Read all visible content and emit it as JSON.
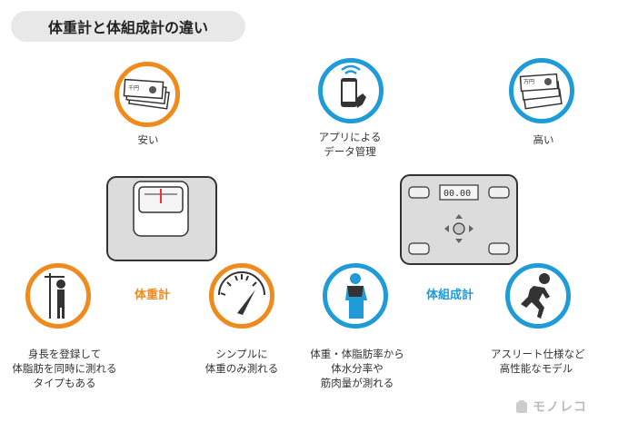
{
  "title": "体重計と体組成計の違い",
  "labels": {
    "scale": "体重計",
    "composition": "体組成計"
  },
  "captions": {
    "cheap": "安い",
    "app": [
      "アプリによる",
      "データ管理"
    ],
    "expensive": "高い",
    "height": [
      "身長を登録して",
      "体脂肪を同時に測れる",
      "タイプもある"
    ],
    "simple": [
      "シンプルに",
      "体重のみ測れる"
    ],
    "body": [
      "体重・体脂肪率から",
      "体水分率や",
      "筋肉量が測れる"
    ],
    "athlete": [
      "アスリート仕様など",
      "高性能なモデル"
    ]
  },
  "scale_display": "00.00",
  "money_text": {
    "small": "千円",
    "big": "万円"
  },
  "brand": "モノレコ",
  "colors": {
    "orange": "#f08a1c",
    "blue": "#1f9bd7",
    "pill": "#e8e8e8"
  }
}
